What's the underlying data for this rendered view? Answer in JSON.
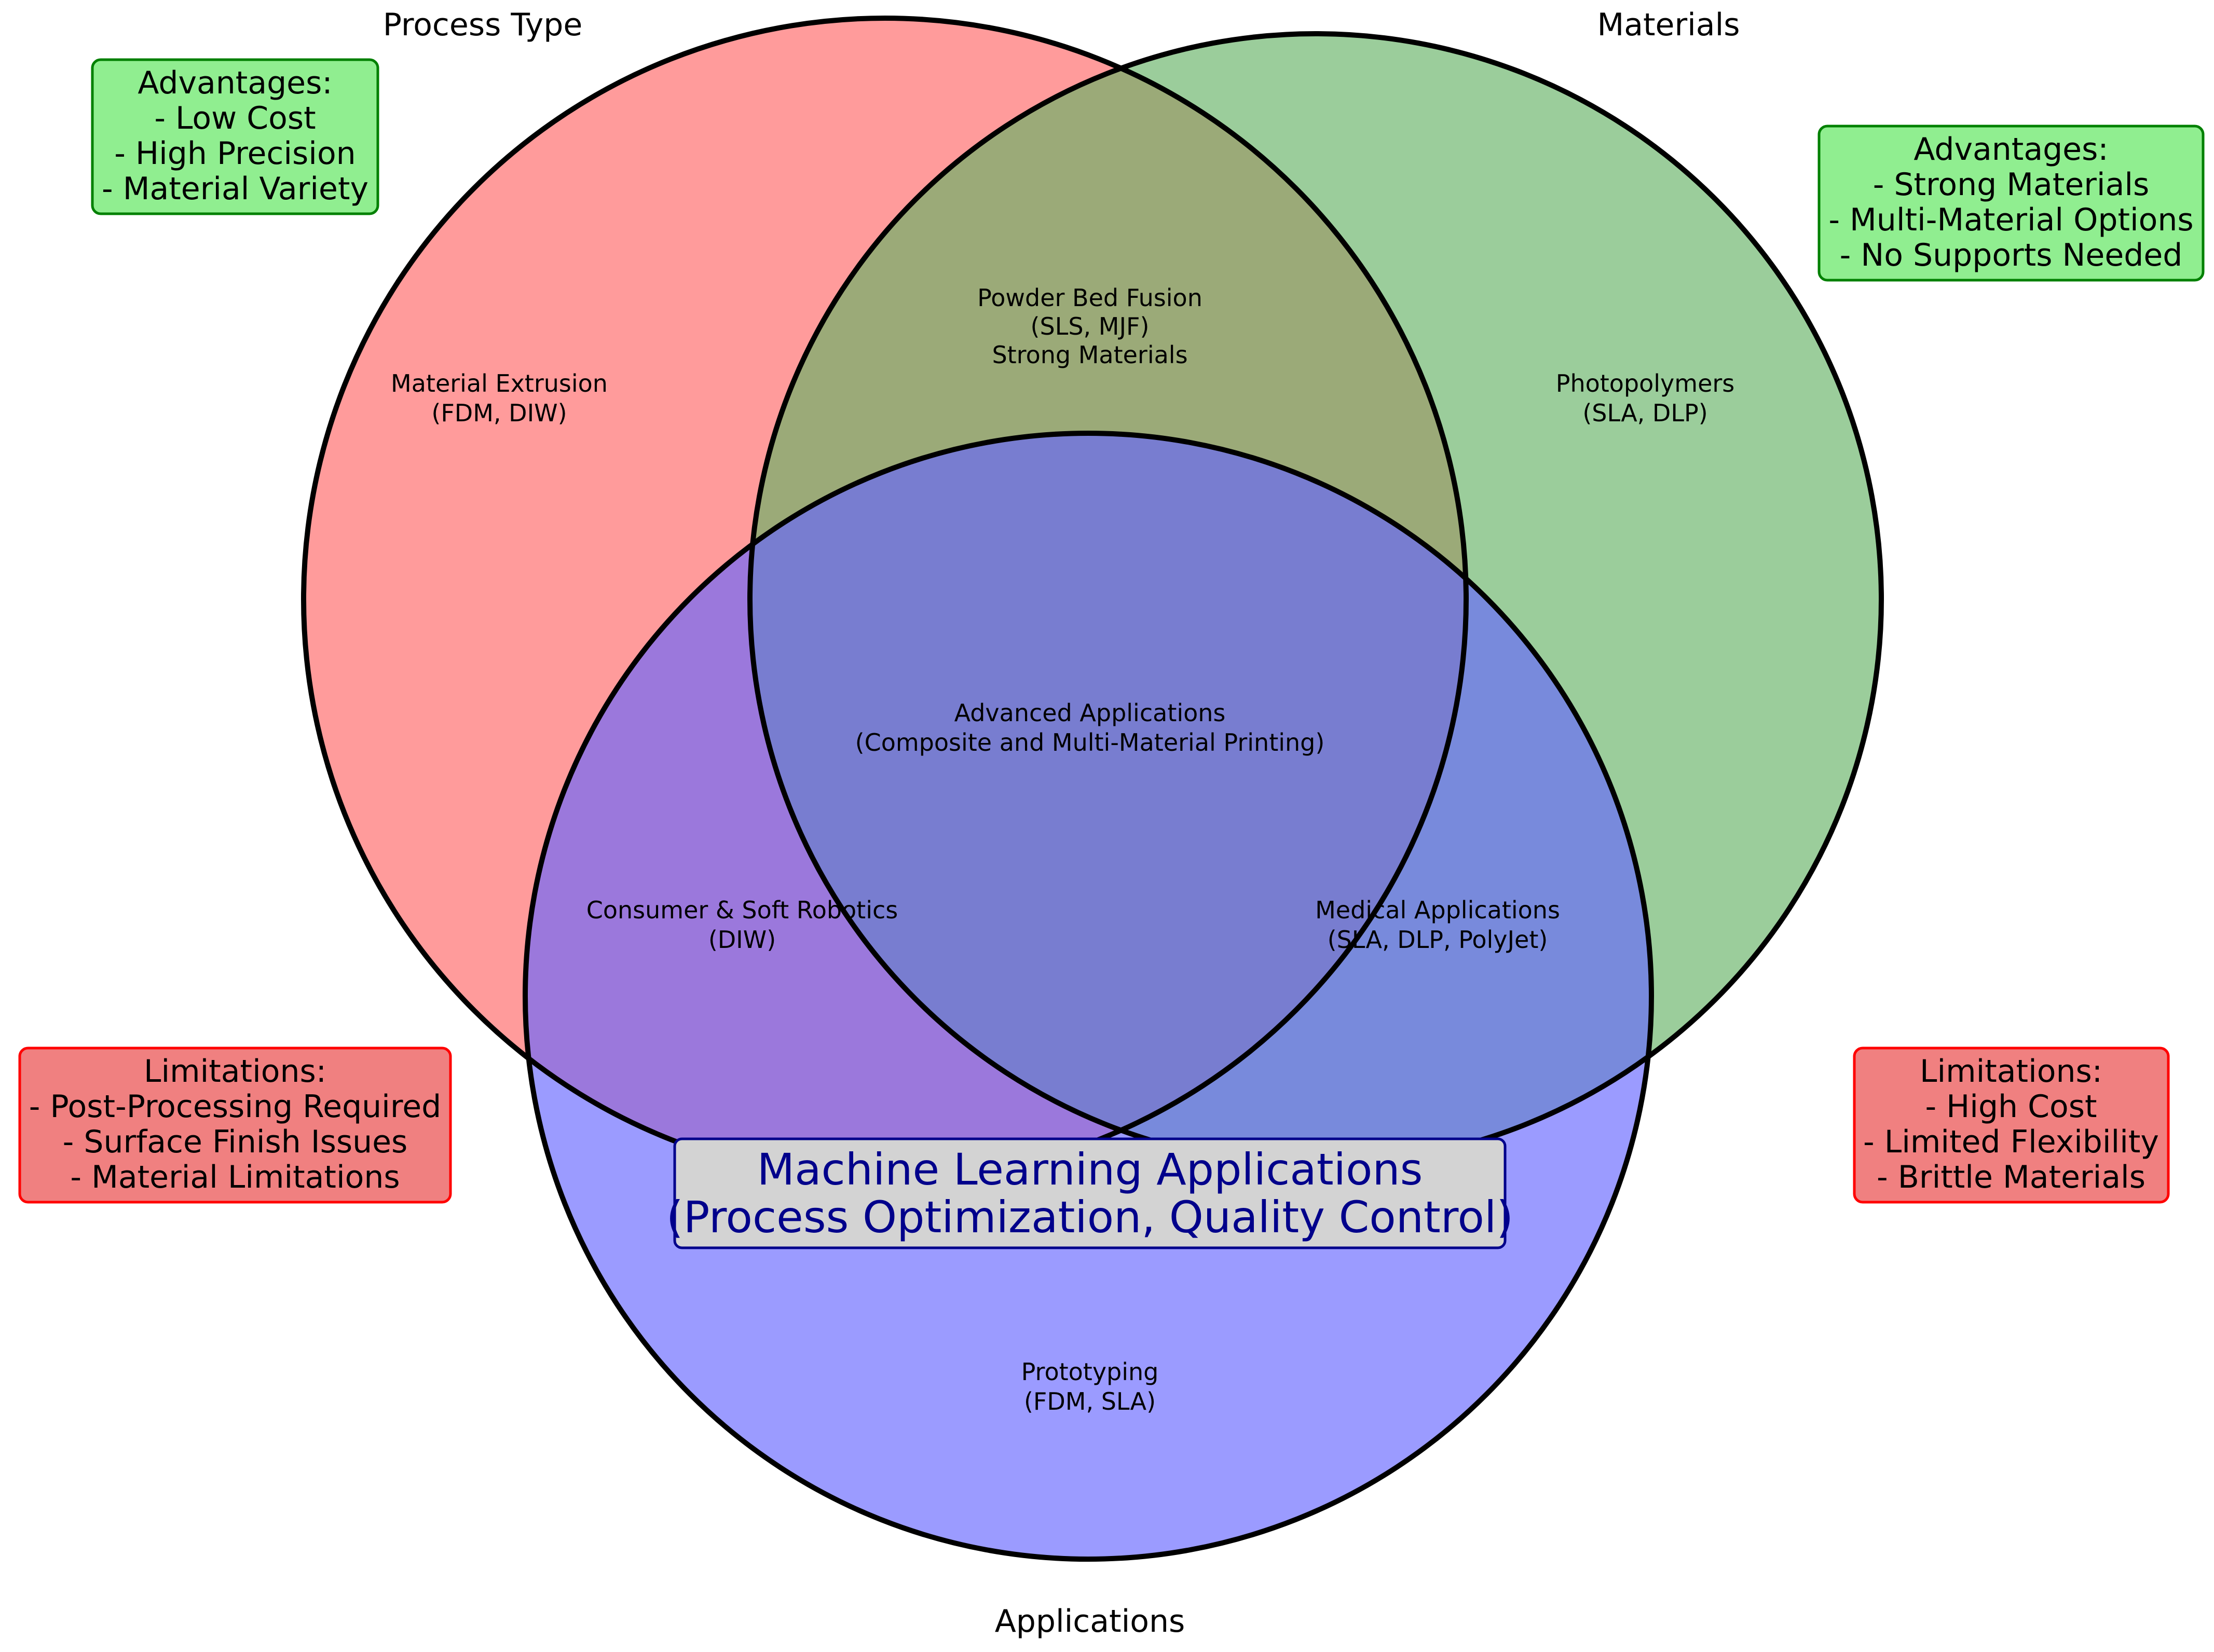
{
  "sets": {
    "process_type": {
      "title": "Process Type",
      "color": "#ff6666"
    },
    "materials": {
      "title": "Materials",
      "color": "#66b266"
    },
    "applications": {
      "title": "Applications",
      "color": "#6666ff"
    }
  },
  "regions": {
    "process_only": [
      "Material Extrusion",
      "(FDM, DIW)"
    ],
    "materials_only": [
      "Photopolymers",
      "(SLA, DLP)"
    ],
    "applications_only": [
      "Prototyping",
      "(FDM, SLA)"
    ],
    "process_materials": [
      "Powder Bed Fusion",
      "(SLS, MJF)",
      "Strong Materials"
    ],
    "process_applications": [
      "Consumer & Soft Robotics",
      "(DIW)"
    ],
    "materials_applications": [
      "Medical Applications",
      "(SLA, DLP, PolyJet)"
    ],
    "center": [
      "Advanced Applications",
      "(Composite and Multi-Material Printing)"
    ]
  },
  "boxes": {
    "process_advantages": {
      "lines": [
        "Advantages:",
        "- Low Cost",
        "- High Precision",
        "- Material Variety"
      ],
      "fill": "#90ee90",
      "stroke": "#008000"
    },
    "materials_advantages": {
      "lines": [
        "Advantages:",
        "- Strong Materials",
        "- Multi-Material Options",
        "- No Supports Needed"
      ],
      "fill": "#90ee90",
      "stroke": "#008000"
    },
    "process_limitations": {
      "lines": [
        "Limitations:",
        "- Post-Processing Required",
        "- Surface Finish Issues",
        "- Material Limitations"
      ],
      "fill": "#f08080",
      "stroke": "#ff0000"
    },
    "materials_limitations": {
      "lines": [
        "Limitations:",
        "- High Cost",
        "- Limited Flexibility",
        "- Brittle Materials"
      ],
      "fill": "#f08080",
      "stroke": "#ff0000"
    }
  },
  "ml_box": {
    "lines": [
      "Machine Learning Applications",
      "(Process Optimization, Quality Control)"
    ],
    "fill": "#d3d3d3",
    "stroke": "#00008b",
    "text_color": "#00008b"
  }
}
